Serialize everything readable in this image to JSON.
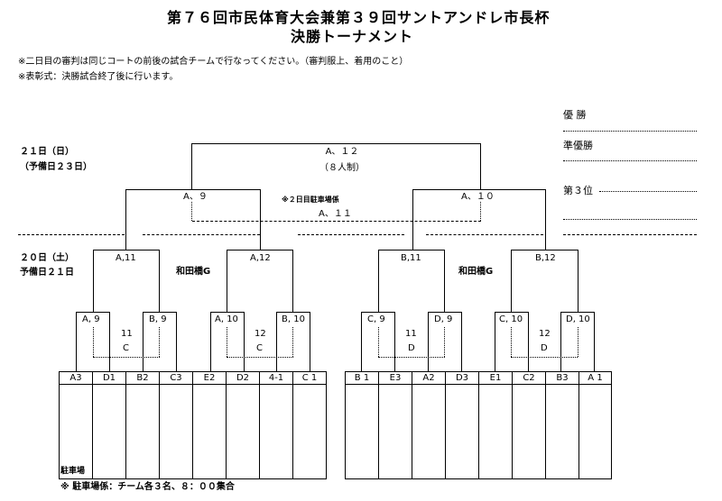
{
  "header": {
    "title_line1": "第７６回市民体育大会兼第３９回サントアンドレ市長杯",
    "title_line2": "決勝トーナメント",
    "note1": "※二日目の審判は同じコートの前後の試合チームで行なってください。（審判服上、着用のこと）",
    "note2": "※表彰式：決勝試合終了後に行います。"
  },
  "results": {
    "winner_label": "優 勝",
    "runner_up_label": "準優勝",
    "third_label": "第３位"
  },
  "day2": {
    "date": "２１日（日）",
    "reserve": "（予備日２３日）",
    "final_match": "A、１２",
    "final_format": "（８人制）",
    "semi_left": "A、９",
    "semi_right": "A、１０",
    "parking_note": "※２日目駐車場係",
    "parking_match": "A、１１"
  },
  "day1": {
    "date": "２０日（土）",
    "reserve": "予備日２１日",
    "venue_left": "和田橋G",
    "venue_right": "和田橋G",
    "q_left1": "A,11",
    "q_left2": "A,12",
    "q_right1": "B,11",
    "q_right2": "B,12"
  },
  "matches": [
    {
      "a": "A, 9",
      "b": "B, 9",
      "num": "11",
      "court": "C"
    },
    {
      "a": "A, 10",
      "b": "B, 10",
      "num": "12",
      "court": "C"
    },
    {
      "a": "C, 9",
      "b": "D, 9",
      "num": "11",
      "court": "D"
    },
    {
      "a": "C, 10",
      "b": "D, 10",
      "num": "12",
      "court": "D"
    }
  ],
  "teams_left": [
    "A3",
    "D1",
    "B2",
    "C3",
    "E2",
    "D2",
    "4-1",
    "C 1"
  ],
  "teams_right": [
    "B 1",
    "E3",
    "A2",
    "D3",
    "E1",
    "C2",
    "B3",
    "A 1"
  ],
  "footer": {
    "parking_label": "駐車場",
    "parking_duty": "※ 駐車場係：チーム各３名、８：００集合"
  }
}
